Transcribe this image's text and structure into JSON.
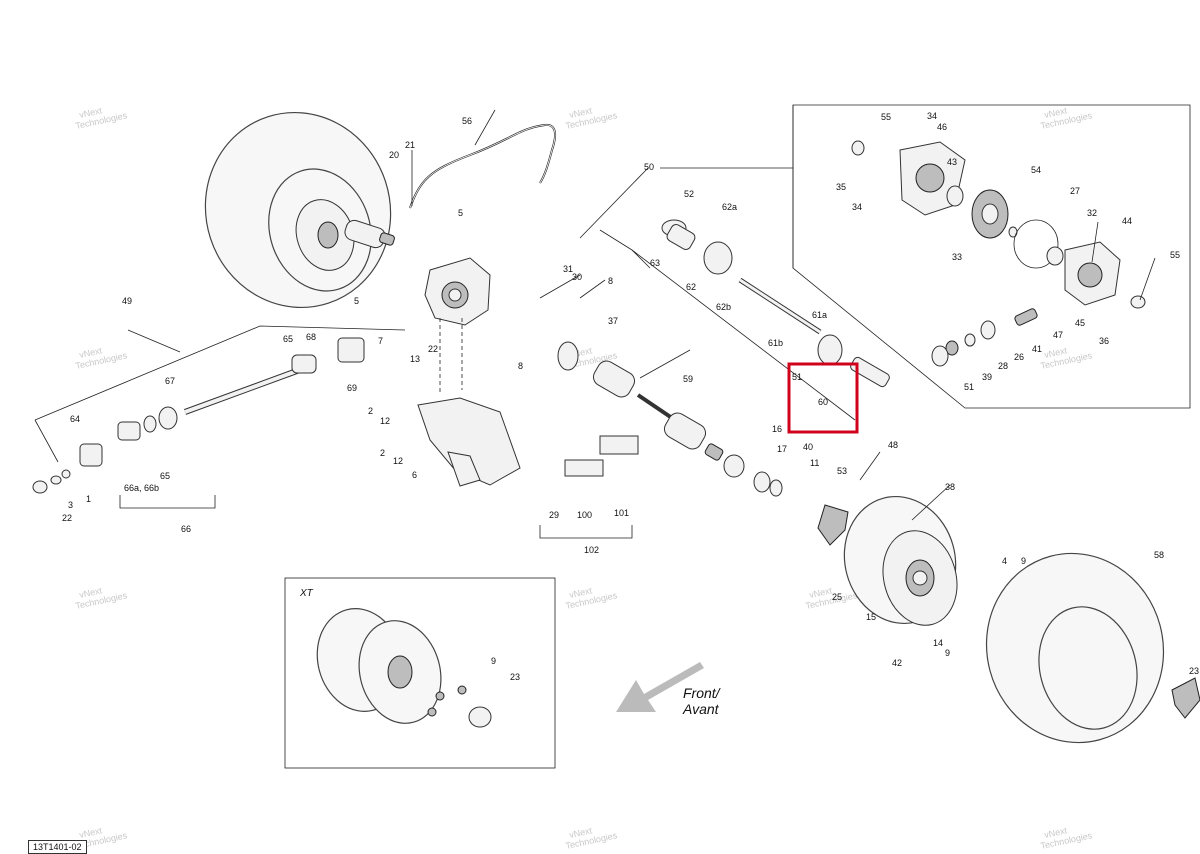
{
  "drawing_id": "13T1401-02",
  "watermark": [
    "vNext",
    "Technologies"
  ],
  "inset_label": "XT",
  "direction": {
    "line1": "Front/",
    "line2": "Avant"
  },
  "highlight_color": "#d0021b",
  "callouts": [
    {
      "id": "56",
      "text": "56"
    },
    {
      "id": "20",
      "text": "20"
    },
    {
      "id": "21",
      "text": "21"
    },
    {
      "id": "5a",
      "text": "5"
    },
    {
      "id": "5b",
      "text": "5"
    },
    {
      "id": "50",
      "text": "50"
    },
    {
      "id": "52",
      "text": "52"
    },
    {
      "id": "62a",
      "text": "62a"
    },
    {
      "id": "63",
      "text": "63"
    },
    {
      "id": "62",
      "text": "62"
    },
    {
      "id": "62b",
      "text": "62b"
    },
    {
      "id": "31",
      "text": "31"
    },
    {
      "id": "30",
      "text": "30"
    },
    {
      "id": "8a",
      "text": "8"
    },
    {
      "id": "37",
      "text": "37"
    },
    {
      "id": "61a",
      "text": "61a"
    },
    {
      "id": "61b",
      "text": "61b"
    },
    {
      "id": "51a",
      "text": "51"
    },
    {
      "id": "60",
      "text": "60"
    },
    {
      "id": "49",
      "text": "49"
    },
    {
      "id": "65a",
      "text": "65"
    },
    {
      "id": "68",
      "text": "68"
    },
    {
      "id": "7",
      "text": "7"
    },
    {
      "id": "13",
      "text": "13"
    },
    {
      "id": "22a",
      "text": "22"
    },
    {
      "id": "69",
      "text": "69"
    },
    {
      "id": "67",
      "text": "67"
    },
    {
      "id": "8b",
      "text": "8"
    },
    {
      "id": "59",
      "text": "59"
    },
    {
      "id": "64",
      "text": "64"
    },
    {
      "id": "2a",
      "text": "2"
    },
    {
      "id": "12a",
      "text": "12"
    },
    {
      "id": "2b",
      "text": "2"
    },
    {
      "id": "12b",
      "text": "12"
    },
    {
      "id": "6",
      "text": "6"
    },
    {
      "id": "16",
      "text": "16"
    },
    {
      "id": "17",
      "text": "17"
    },
    {
      "id": "40",
      "text": "40"
    },
    {
      "id": "11",
      "text": "11"
    },
    {
      "id": "53",
      "text": "53"
    },
    {
      "id": "48",
      "text": "48"
    },
    {
      "id": "65b",
      "text": "65"
    },
    {
      "id": "66ab",
      "text": "66a, 66b"
    },
    {
      "id": "1",
      "text": "1"
    },
    {
      "id": "3",
      "text": "3"
    },
    {
      "id": "22b",
      "text": "22"
    },
    {
      "id": "66",
      "text": "66"
    },
    {
      "id": "29",
      "text": "29"
    },
    {
      "id": "100",
      "text": "100"
    },
    {
      "id": "101",
      "text": "101"
    },
    {
      "id": "102",
      "text": "102"
    },
    {
      "id": "38",
      "text": "38"
    },
    {
      "id": "25",
      "text": "25"
    },
    {
      "id": "15",
      "text": "15"
    },
    {
      "id": "4",
      "text": "4"
    },
    {
      "id": "9a",
      "text": "9"
    },
    {
      "id": "14",
      "text": "14"
    },
    {
      "id": "9b",
      "text": "9"
    },
    {
      "id": "42",
      "text": "42"
    },
    {
      "id": "58",
      "text": "58"
    },
    {
      "id": "23a",
      "text": "23"
    },
    {
      "id": "9c",
      "text": "9"
    },
    {
      "id": "23b",
      "text": "23"
    },
    {
      "id": "55a",
      "text": "55"
    },
    {
      "id": "34a",
      "text": "34"
    },
    {
      "id": "46",
      "text": "46"
    },
    {
      "id": "35",
      "text": "35"
    },
    {
      "id": "34b",
      "text": "34"
    },
    {
      "id": "43",
      "text": "43"
    },
    {
      "id": "54",
      "text": "54"
    },
    {
      "id": "27",
      "text": "27"
    },
    {
      "id": "32",
      "text": "32"
    },
    {
      "id": "44",
      "text": "44"
    },
    {
      "id": "33",
      "text": "33"
    },
    {
      "id": "55b",
      "text": "55"
    },
    {
      "id": "45",
      "text": "45"
    },
    {
      "id": "47",
      "text": "47"
    },
    {
      "id": "41",
      "text": "41"
    },
    {
      "id": "26",
      "text": "26"
    },
    {
      "id": "36",
      "text": "36"
    },
    {
      "id": "28",
      "text": "28"
    },
    {
      "id": "39",
      "text": "39"
    },
    {
      "id": "51b",
      "text": "51"
    }
  ]
}
